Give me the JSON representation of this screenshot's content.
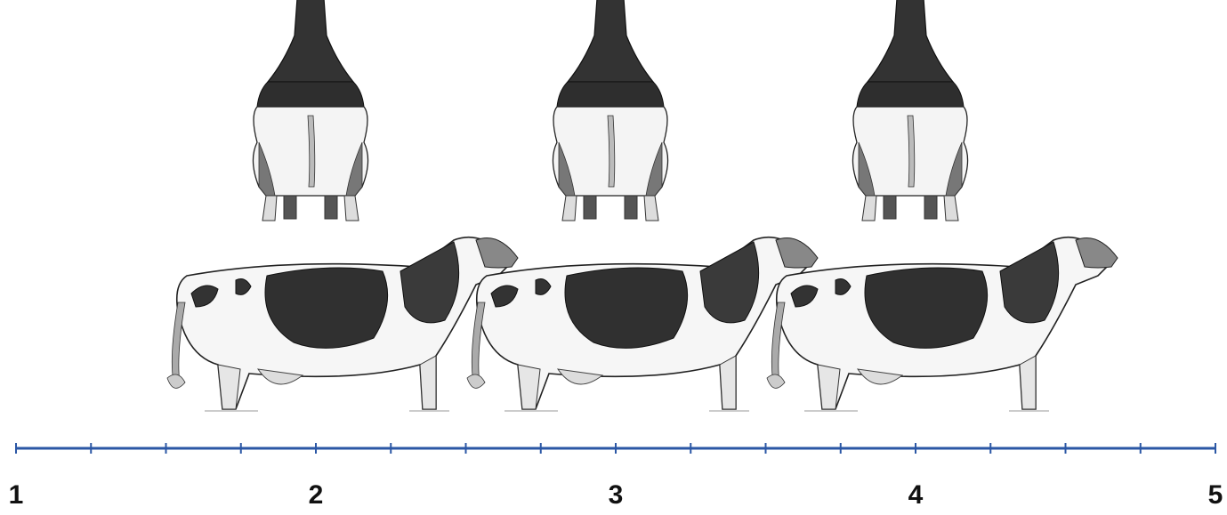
{
  "scale": {
    "min": 1,
    "max": 5,
    "step": 0.25,
    "labels": [
      "1",
      "2",
      "3",
      "4",
      "5"
    ],
    "line_color": "#2b57a5"
  },
  "figures": [
    {
      "score": 2,
      "views": [
        "rear-view",
        "side-view"
      ]
    },
    {
      "score": 3,
      "views": [
        "rear-view",
        "side-view"
      ]
    },
    {
      "score": 4,
      "views": [
        "rear-view",
        "side-view"
      ]
    }
  ]
}
